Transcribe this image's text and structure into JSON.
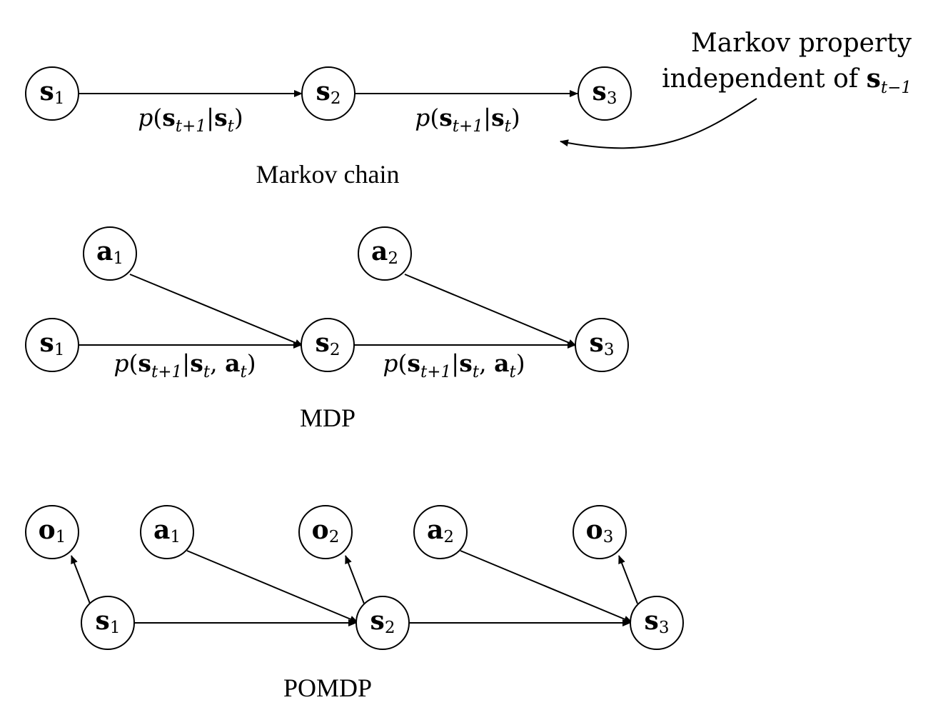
{
  "sections": [
    {
      "caption": "Markov chain",
      "nodes": [
        {
          "id": "mc-s1",
          "var": "s",
          "sub": "1"
        },
        {
          "id": "mc-s2",
          "var": "s",
          "sub": "2"
        },
        {
          "id": "mc-s3",
          "var": "s",
          "sub": "3"
        }
      ],
      "edges": [
        {
          "from": "mc-s1",
          "to": "mc-s2",
          "label": "p(s_{t+1}|s_t)"
        },
        {
          "from": "mc-s2",
          "to": "mc-s3",
          "label": "p(s_{t+1}|s_t)"
        }
      ]
    },
    {
      "caption": "MDP",
      "nodes": [
        {
          "id": "mdp-a1",
          "var": "a",
          "sub": "1"
        },
        {
          "id": "mdp-a2",
          "var": "a",
          "sub": "2"
        },
        {
          "id": "mdp-s1",
          "var": "s",
          "sub": "1"
        },
        {
          "id": "mdp-s2",
          "var": "s",
          "sub": "2"
        },
        {
          "id": "mdp-s3",
          "var": "s",
          "sub": "3"
        }
      ],
      "edges": [
        {
          "from": "mdp-s1",
          "to": "mdp-s2",
          "label": "p(s_{t+1}|s_t, a_t)"
        },
        {
          "from": "mdp-s2",
          "to": "mdp-s3",
          "label": "p(s_{t+1}|s_t, a_t)"
        },
        {
          "from": "mdp-a1",
          "to": "mdp-s2"
        },
        {
          "from": "mdp-a2",
          "to": "mdp-s3"
        }
      ]
    },
    {
      "caption": "POMDP",
      "nodes": [
        {
          "id": "po-o1",
          "var": "o",
          "sub": "1"
        },
        {
          "id": "po-a1",
          "var": "a",
          "sub": "1"
        },
        {
          "id": "po-o2",
          "var": "o",
          "sub": "2"
        },
        {
          "id": "po-a2",
          "var": "a",
          "sub": "2"
        },
        {
          "id": "po-o3",
          "var": "o",
          "sub": "3"
        },
        {
          "id": "po-s1",
          "var": "s",
          "sub": "1"
        },
        {
          "id": "po-s2",
          "var": "s",
          "sub": "2"
        },
        {
          "id": "po-s3",
          "var": "s",
          "sub": "3"
        }
      ],
      "edges": [
        {
          "from": "po-s1",
          "to": "po-s2"
        },
        {
          "from": "po-s2",
          "to": "po-s3"
        },
        {
          "from": "po-a1",
          "to": "po-s2"
        },
        {
          "from": "po-a2",
          "to": "po-s3"
        },
        {
          "from": "po-s1",
          "to": "po-o1"
        },
        {
          "from": "po-s2",
          "to": "po-o2"
        },
        {
          "from": "po-s3",
          "to": "po-o3"
        }
      ]
    }
  ],
  "annotation": {
    "line1": "Markov property",
    "line2_prefix": "independent of ",
    "line2_var": "s",
    "line2_sub": "t−1"
  },
  "edge_label": {
    "p": "p",
    "open": "(",
    "s": "s",
    "sub_t1": "t+1",
    "bar": "|",
    "sub_t": "t",
    "comma": ", ",
    "a": "a",
    "close": ")"
  }
}
